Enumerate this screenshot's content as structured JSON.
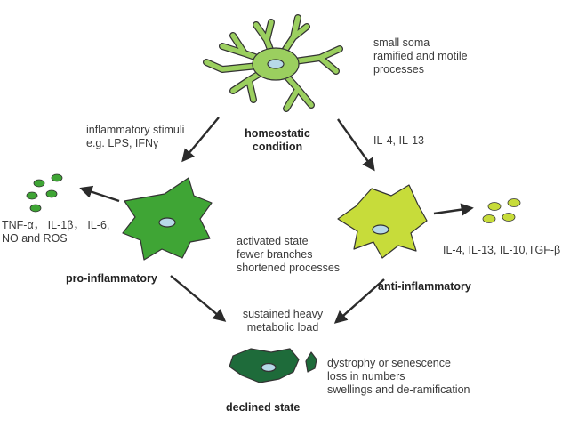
{
  "homeostatic": {
    "label_lines": [
      "homeostatic",
      "condition"
    ],
    "description": [
      "small soma",
      "ramified and motile",
      "processes"
    ],
    "color": "#9bcf5f"
  },
  "pro_inflammatory": {
    "label": "pro-inflammatory",
    "stimulus": [
      "inflammatory stimuli",
      "e.g. LPS, IFNγ"
    ],
    "secretes": [
      "TNF-α， IL-1β， IL-6,",
      "NO and ROS"
    ],
    "color": "#3fa535",
    "vesicle_color": "#3fa535"
  },
  "anti_inflammatory": {
    "label": "anti-inflammatory",
    "stimulus": "IL-4, IL-13",
    "secretes": "IL-4, IL-13, IL-10,TGF-β",
    "color": "#c7dc3a",
    "vesicle_color": "#c7dc3a"
  },
  "activated_description": [
    "activated state",
    "fewer branches",
    "shortened processes"
  ],
  "load": [
    "sustained heavy",
    "metabolic load"
  ],
  "declined": {
    "label": "declined state",
    "description": [
      "dystrophy or senescence",
      "loss in numbers",
      "swellings and de-ramification"
    ],
    "color": "#1e6b3a"
  },
  "nucleus_color": "#b7d9e8",
  "arrow_color": "#2b2b2b"
}
